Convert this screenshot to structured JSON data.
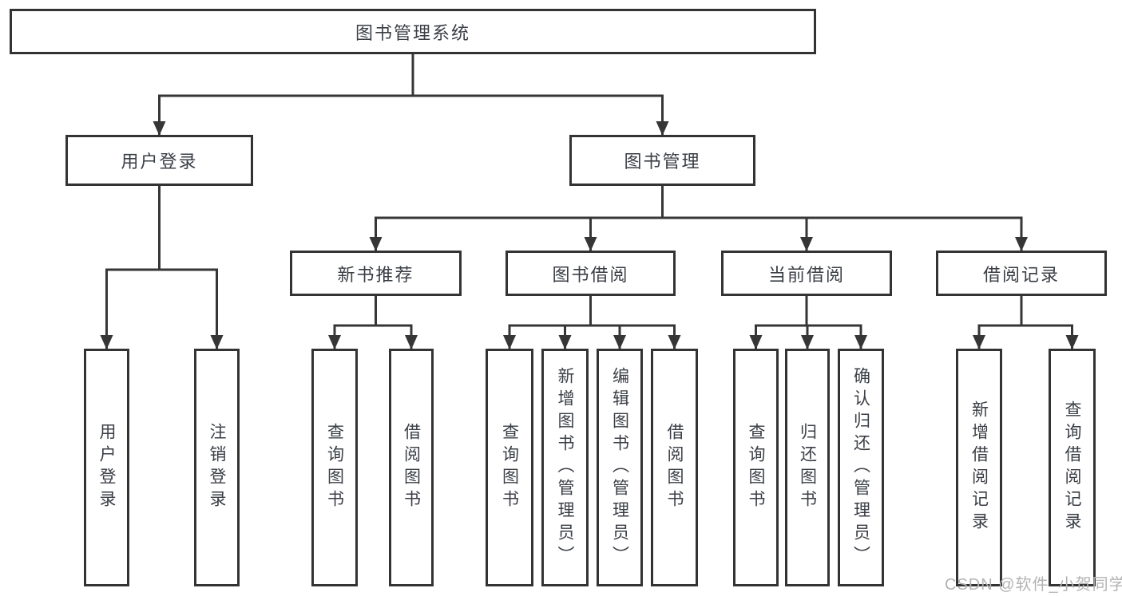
{
  "nodes": {
    "root": {
      "label": "图书管理系统"
    },
    "user_login_group": {
      "label": "用户登录"
    },
    "book_management": {
      "label": "图书管理"
    },
    "new_book_recommend": {
      "label": "新书推荐"
    },
    "book_borrow": {
      "label": "图书借阅"
    },
    "current_borrow": {
      "label": "当前借阅"
    },
    "borrow_record": {
      "label": "借阅记录"
    },
    "login_user_login": {
      "label": "用户登录"
    },
    "login_logout": {
      "label": "注销登录"
    },
    "recommend_query_book": {
      "label": "查询图书"
    },
    "recommend_borrow_book": {
      "label": "借阅图书"
    },
    "borrow_query_book": {
      "label": "查询图书"
    },
    "borrow_add_book": {
      "label": "新增图书（管理员）"
    },
    "borrow_edit_book": {
      "label": "编辑图书（管理员）"
    },
    "borrow_borrow_book": {
      "label": "借阅图书"
    },
    "current_query_book": {
      "label": "查询图书"
    },
    "current_return_book": {
      "label": "归还图书"
    },
    "current_confirm_return": {
      "label": "确认归还（管理员）"
    },
    "record_add_record": {
      "label": "新增借阅记录"
    },
    "record_query_record": {
      "label": "查询借阅记录"
    }
  },
  "watermark": {
    "text": "CSDN @软件_小贺同学"
  },
  "colors": {
    "line": "#363636",
    "box_border": "#333333",
    "text": "#3a3e45",
    "watermark": "#b3b3b3",
    "background": "#ffffff"
  }
}
